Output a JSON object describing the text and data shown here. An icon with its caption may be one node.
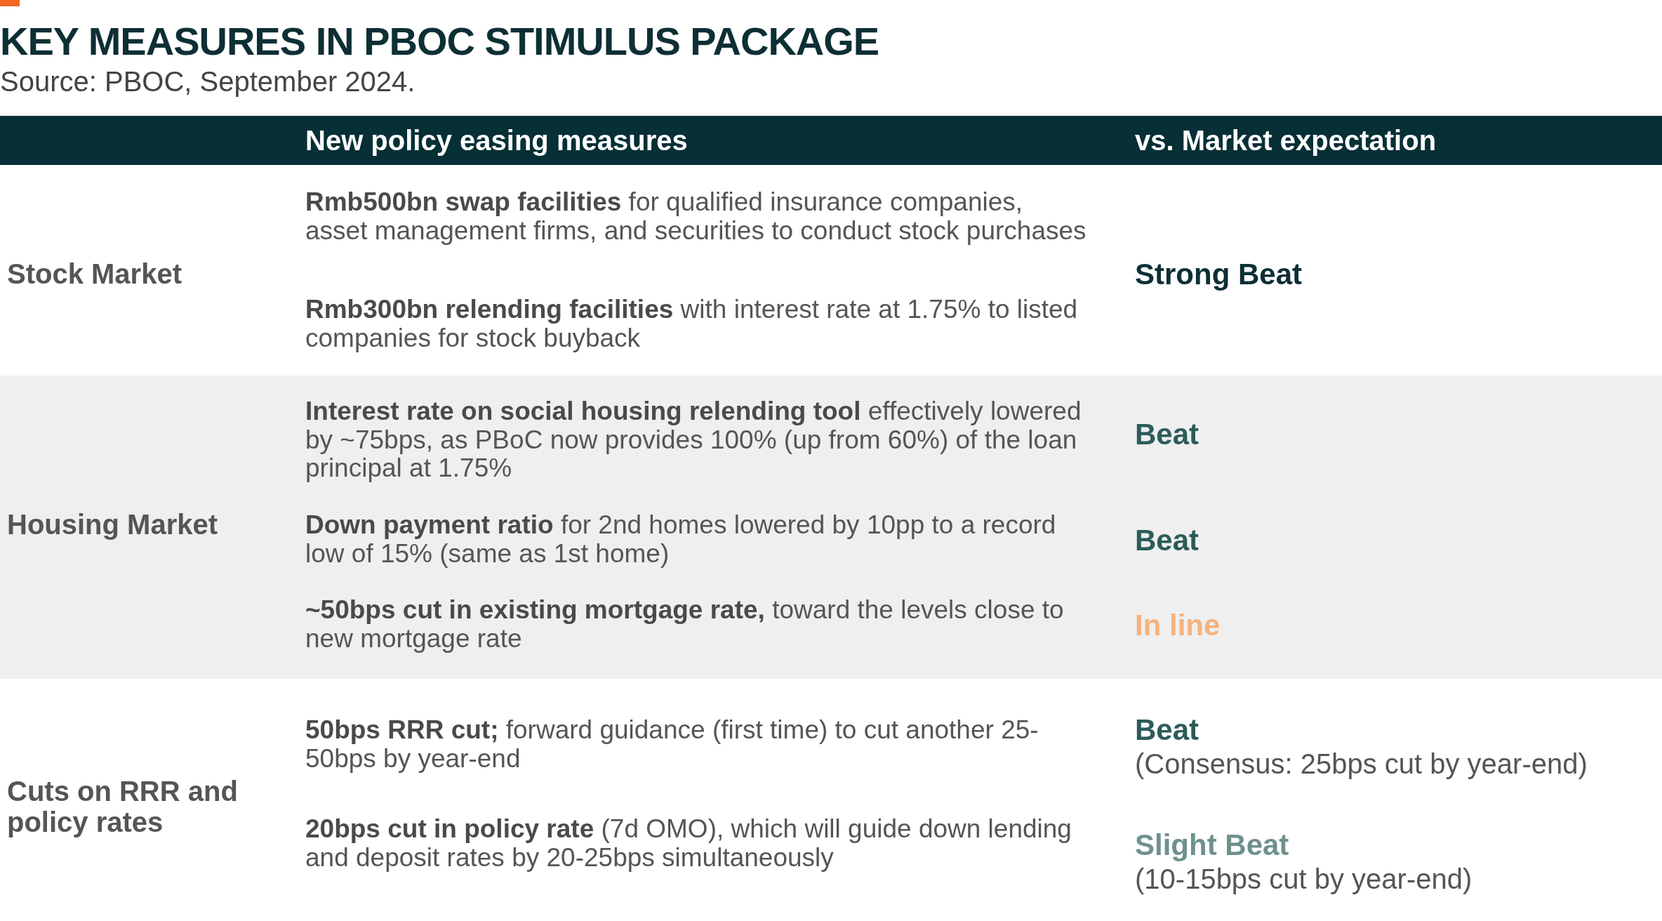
{
  "diagram": {
    "title": "KEY MEASURES IN PBOC STIMULUS PACKAGE",
    "caption": "Source: PBOC, September 2024.",
    "labels": [
      "New policy easing measures",
      "vs. Market expectation",
      "Stock Market",
      "**Rmb500bn swap facilities** for qualified insurance companies, asset management firms, and securities to conduct stock purchases",
      "**Rmb300bn relending facilities** with interest rate at 1.75% to listed companies for stock buyback",
      "Strong Beat",
      "Housing Market",
      "**Interest rate on social housing relending tool** effectively lowered by ~75bps, as PBoC now provides 100% (up from 60%) of the loan principal at 1.75%",
      "Beat",
      "**Down payment ratio** for 2nd homes lowered by 10pp to a record low of 15% (same as 1st home)",
      "Beat",
      "**~50bps cut in existing mortgage rate,** toward the levels close to new mortgage rate",
      "In line",
      "Cuts on RRR and policy rates",
      "**50bps RRR cut;** forward guidance (first time) to cut another 25-50bps by year-end",
      "Beat",
      "(Consensus: 25bps cut by year-end)",
      "**20bps cut in policy rate** (7d OMO), which will guide down lending and deposit rates by 20-25bps simultaneously",
      "Slight Beat",
      "(10-15bps cut by year-end)"
    ]
  }
}
